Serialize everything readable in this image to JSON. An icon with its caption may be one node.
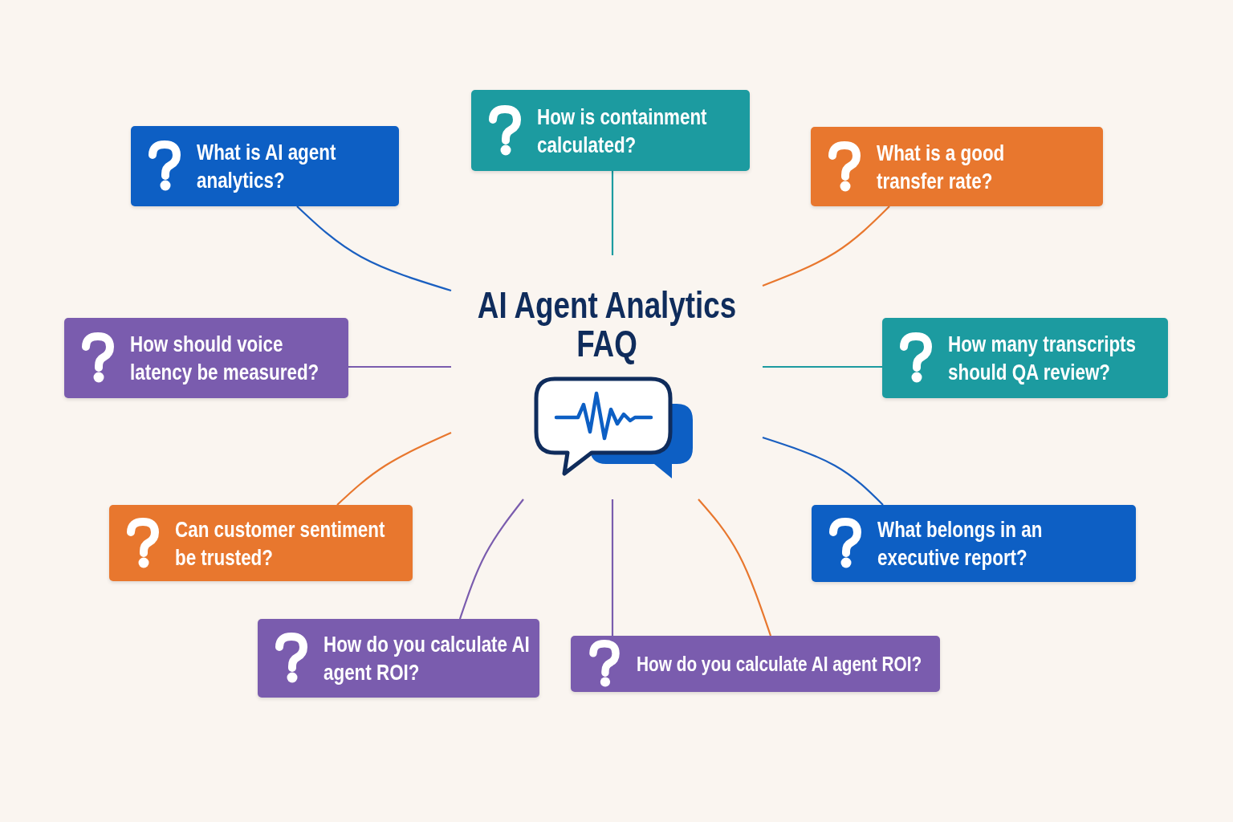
{
  "diagram": {
    "nodes": [
      {
        "text": [
          "AI Agent Analytics FAQ"
        ]
      },
      {
        "text": [
          "What is AI agent analytics?"
        ]
      },
      {
        "text": [
          "How is containment calculated?"
        ]
      },
      {
        "text": [
          "What is a good transfer rate?"
        ]
      },
      {
        "text": [
          "How should voice latency be measured?"
        ]
      },
      {
        "text": [
          "How many transcripts should QA review?"
        ]
      },
      {
        "text": [
          "Can customer sentiment be trusted?"
        ]
      },
      {
        "text": [
          "What belongs in an executive report?"
        ]
      },
      {
        "text": [
          "How do you calculate AI agent ROI?"
        ]
      },
      {
        "text": [
          "How do you calculate AI agent ROI?"
        ]
      }
    ],
    "edges": [
      {
        "from": 0,
        "to": 1,
        "arrow": "none",
        "color": "#1a5fc0"
      },
      {
        "from": 0,
        "to": 2,
        "arrow": "none",
        "color": "#1c9ba0"
      },
      {
        "from": 0,
        "to": 3,
        "arrow": "none",
        "color": "#e8772e"
      },
      {
        "from": 0,
        "to": 4,
        "arrow": "none",
        "color": "#7a5cae"
      },
      {
        "from": 0,
        "to": 5,
        "arrow": "none",
        "color": "#1c9ba0"
      },
      {
        "from": 0,
        "to": 6,
        "arrow": "none",
        "color": "#e8772e"
      },
      {
        "from": 0,
        "to": 7,
        "arrow": "none",
        "color": "#1a5fc0"
      },
      {
        "from": 0,
        "to": 8,
        "arrow": "none",
        "color": "#7a5cae"
      },
      {
        "from": 0,
        "to": 9,
        "arrow": "none",
        "color": "#7a5cae"
      },
      {
        "from": 0,
        "to": 9,
        "arrow": "none",
        "color": "#e8772e"
      }
    ]
  }
}
